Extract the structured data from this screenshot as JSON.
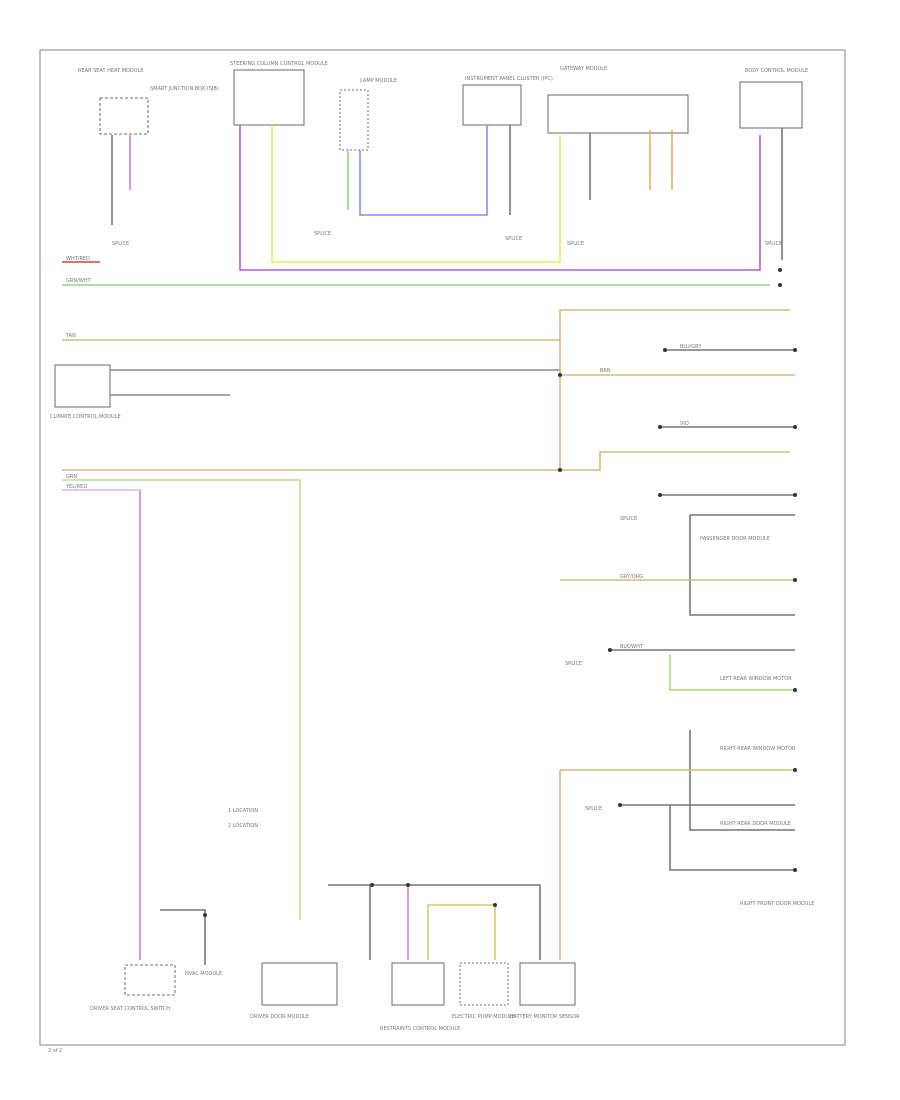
{
  "diagram": {
    "page_label": "2 of 2",
    "legend": {
      "line1": "1  LOCATION",
      "line2": "2  LOCATION"
    },
    "colors": {
      "frame": "#444444",
      "wire_purple": "#9b6cf0",
      "wire_yellow": "#f0e94a",
      "wire_green": "#7fc77f",
      "wire_lightgreen": "#a8d870",
      "wire_blue": "#8a8af0",
      "wire_orange": "#f0a85a",
      "wire_tan": "#d8b878",
      "wire_magenta": "#d87ad8",
      "wire_gray": "#666666",
      "wire_red": "#d84040"
    },
    "components": {
      "rear_seat_module": "REAR SEAT HEAT MODULE",
      "fuse_box": "SMART JUNCTION BOX (SJB)",
      "steering_column": "STEERING COLUMN CONTROL MODULE",
      "lamp_module": "LAMP MODULE",
      "instrument_cluster": "INSTRUMENT PANEL CLUSTER (IPC)",
      "gateway_module": "GATEWAY MODULE",
      "body_control": "BODY CONTROL MODULE",
      "climate_module": "CLIMATE CONTROL MODULE",
      "driver_seat": "DRIVER SEAT CONTROL SWITCH",
      "driver_door_module": "DRIVER DOOR MODULE",
      "hvac_module": "HVAC MODULE",
      "passenger_door": "PASSENGER DOOR MODULE",
      "right_rear_door": "RIGHT REAR DOOR MODULE",
      "restraints": "RESTRAINTS CONTROL MODULE",
      "electric_pump": "ELECTRIC PUMP MODULE",
      "battery_monitor": "BATTERY MONITOR SENSOR",
      "left_rear_window": "LEFT REAR WINDOW MOTOR",
      "right_rear_window": "RIGHT REAR WINDOW MOTOR",
      "right_front_door": "RIGHT FRONT DOOR MODULE"
    },
    "splices": {
      "s1": "SPLICE",
      "s2": "SPLICE",
      "s3": "SPLICE",
      "s4": "SPLICE",
      "s5": "SPLICE",
      "s6": "SPLICE",
      "s7": "SPLICE",
      "s8": "SPLICE"
    },
    "wire_labels": {
      "w1": "WHT/RED",
      "w2": "GRN/WHT",
      "w3": "BRN",
      "w4": "GRN",
      "w5": "YEL/RED",
      "w6": "BLU/GRY",
      "w7": "VIO",
      "w8": "GRY/ORG",
      "w9": "BLK/WHT",
      "w10": "TAN"
    }
  }
}
